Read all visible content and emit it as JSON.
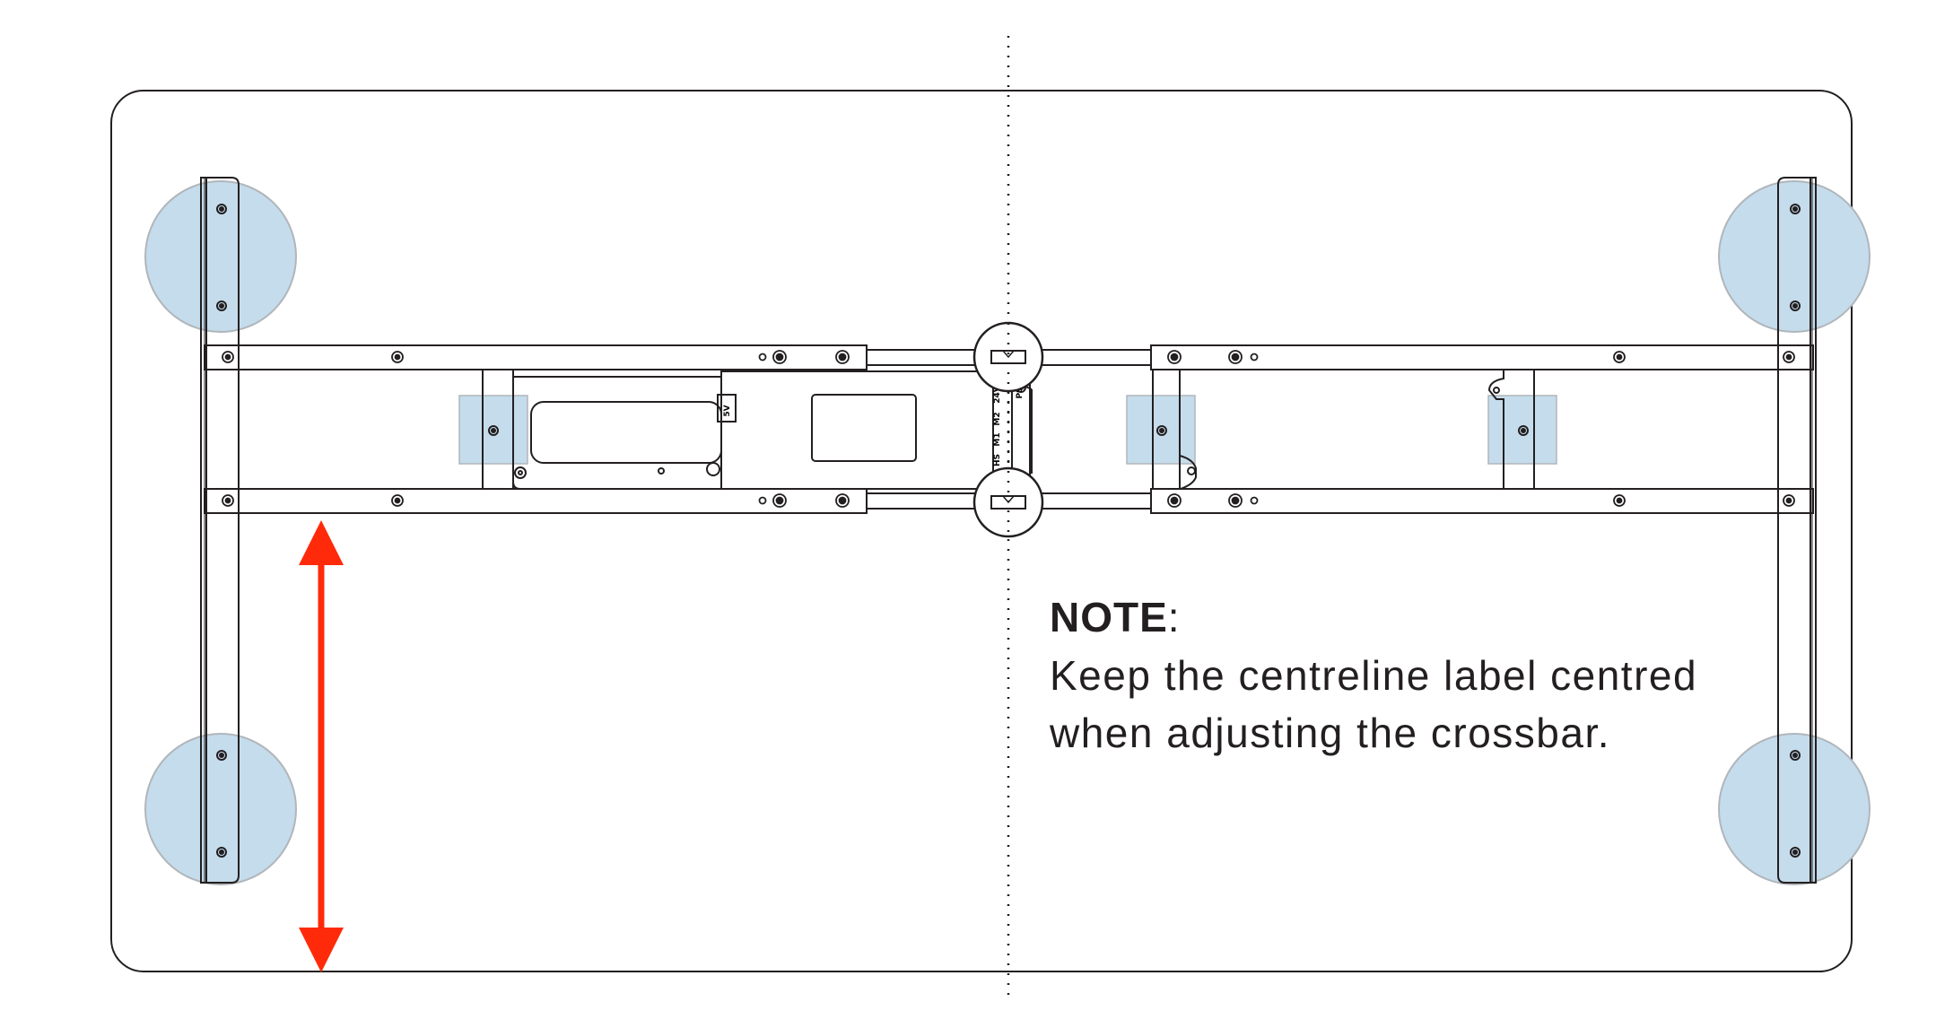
{
  "note": {
    "heading": "NOTE",
    "colon": ":",
    "lines": [
      "Keep the centreline label centred",
      "when adjusting the crossbar."
    ]
  },
  "control_box_labels": [
    "5V",
    "M2",
    "M1",
    "HS",
    "24V",
    "PS"
  ],
  "colors": {
    "line": "#231f20",
    "highlight_fill": "#c5dcec",
    "highlight_stroke": "#b0b6bb",
    "arrow": "#ff2a0a"
  },
  "icons": [
    "double-headed-arrow-icon",
    "centreline-marker-icon"
  ]
}
